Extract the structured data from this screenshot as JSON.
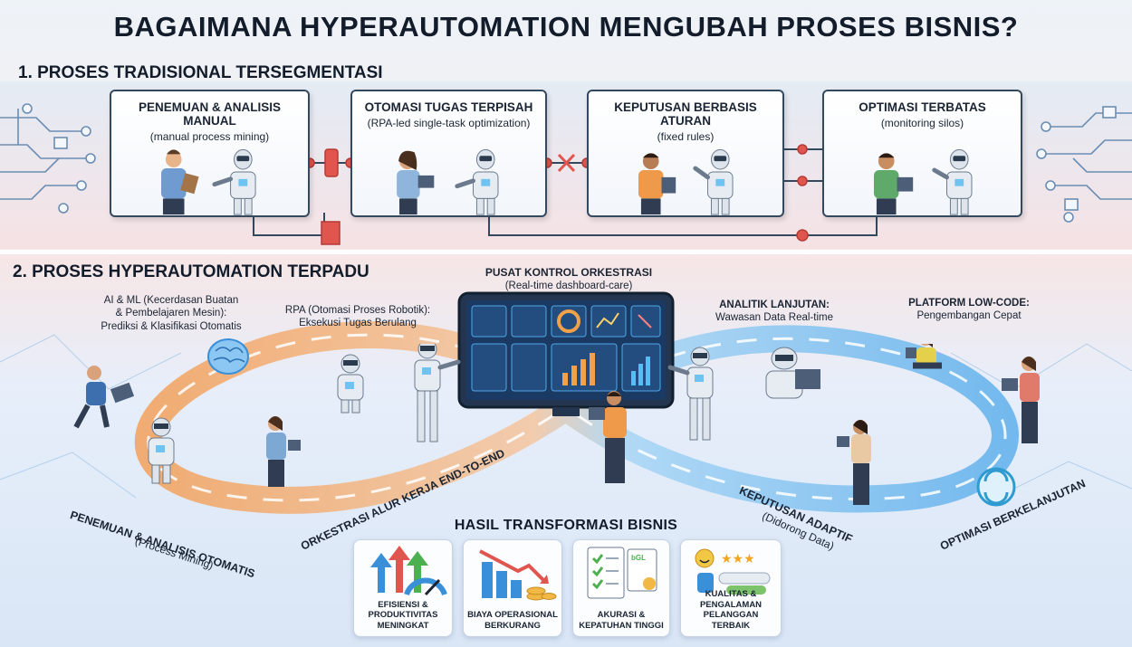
{
  "title": "BAGAIMANA HYPERAUTOMATION MENGUBAH PROSES BISNIS?",
  "section1": {
    "heading": "1.  PROSES TRADISIONAL TERSEGMENTASI",
    "boxes": [
      {
        "title": "PENEMUAN & ANALISIS MANUAL",
        "sub": "(manual process mining)"
      },
      {
        "title": "OTOMASI TUGAS TERPISAH",
        "sub": "(RPA-led single-task optimization)"
      },
      {
        "title": "KEPUTUSAN BERBASIS ATURAN",
        "sub": "(fixed rules)"
      },
      {
        "title": "OPTIMASI TERBATAS",
        "sub": "(monitoring silos)"
      }
    ]
  },
  "section2": {
    "heading": "2. PROSES HYPERAUTOMATION TERPADU",
    "control_center": {
      "title": "PUSAT KONTROL ORKESTRASI",
      "sub": "(Real-time dashboard-care)"
    },
    "ai_ml": {
      "line1": "AI & ML (Kecerdasan Buatan",
      "line2": "& Pembelajaren Mesin):",
      "line3": "Prediksi & Klasifikasi Otomatis"
    },
    "rpa": {
      "line1": "RPA (Otomasi Proses Robotik):",
      "line2": "Eksekusi Tugas Berulang"
    },
    "analytics": {
      "line1": "ANALITIK LANJUTAN:",
      "line2": "Wawasan Data Real-time"
    },
    "lowcode": {
      "line1": "PLATFORM LOW-CODE:",
      "line2": "Pengembangan Cepat"
    },
    "loop_labels": {
      "discovery": "PENEMUAN & ANALISIS OTOMATIS",
      "discovery_sub": "(Process Mining)",
      "orchestration": "ORKESTRASI ALUR KERJA END-TO-END",
      "adaptive": "KEPUTUSAN ADAPTIF",
      "adaptive_sub": "(Didorong Data)",
      "optimization": "OPTIMASI BERKELANJUTAN"
    }
  },
  "results": {
    "heading": "HASIL TRANSFORMASI BISNIS",
    "cards": [
      {
        "line1": "EFISIENSI &",
        "line2": "PRODUKTIVITAS",
        "line3": "MENINGKAT"
      },
      {
        "line1": "BIAYA OPERASIONAL",
        "line2": "BERKURANG",
        "line3": ""
      },
      {
        "line1": "AKURASI &",
        "line2": "KEPATUHAN TINGGI",
        "line3": ""
      },
      {
        "line1": "KUALITAS &",
        "line2": "PENGALAMAN",
        "line3": "PELANGGAN TERBAIK"
      }
    ]
  },
  "colors": {
    "accent_red": "#e0564f",
    "accent_blue": "#3a8fd9",
    "loop_orange": "#f2a05a",
    "loop_blue": "#7cc0f0",
    "box_border": "#34495e"
  }
}
